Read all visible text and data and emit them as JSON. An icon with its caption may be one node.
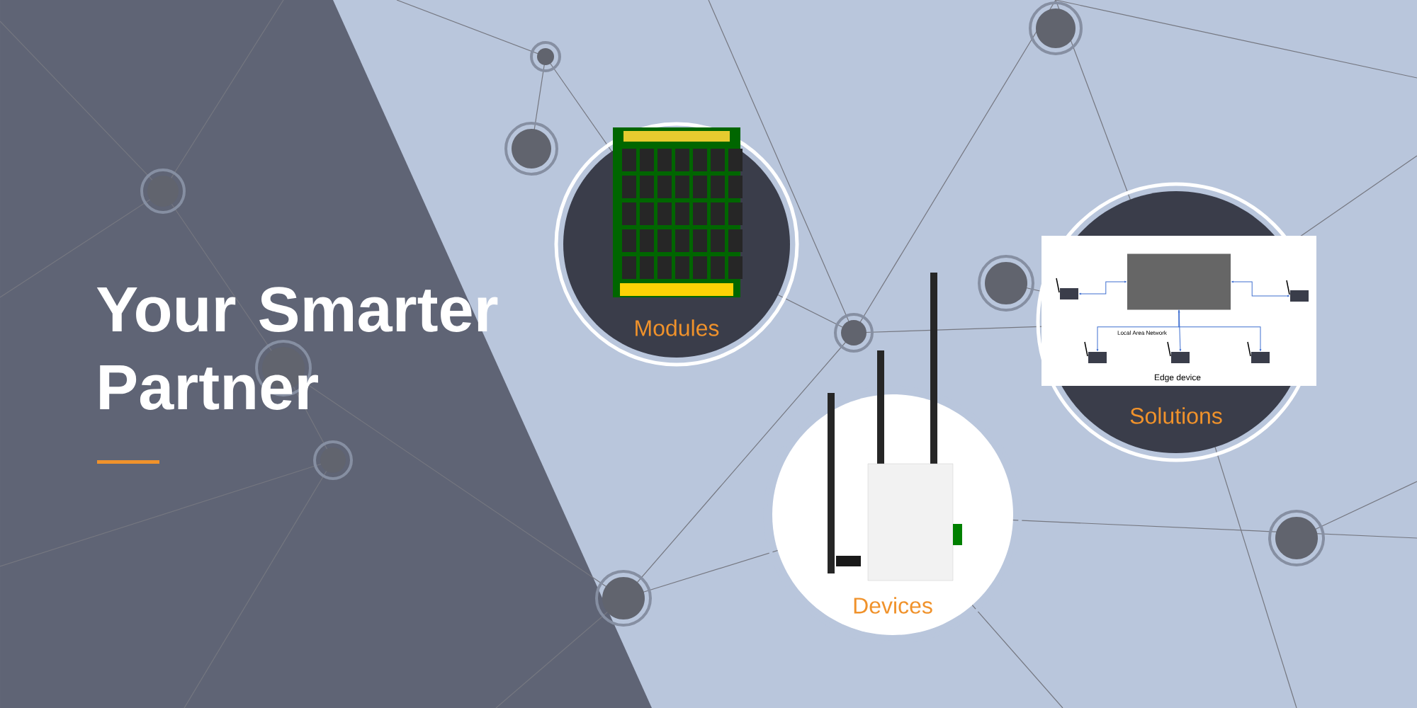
{
  "diagram": {
    "title": "Your Smarter Partner",
    "nodes": [
      {
        "text": [
          "Modules"
        ]
      },
      {
        "text": [
          "Devices"
        ]
      },
      {
        "text": [
          "Solutions"
        ]
      },
      {
        "text": [],
        "shape": "box",
        "in": 2
      },
      {
        "text": [],
        "shape": "box",
        "in": 3
      },
      {
        "text": [],
        "shape": "picture",
        "in": 3
      },
      {
        "text": [],
        "shape": "picture",
        "in": 3
      },
      {
        "text": [],
        "shape": "picture",
        "in": 3
      },
      {
        "text": [],
        "shape": "picture",
        "in": 3
      },
      {
        "text": [],
        "shape": "picture",
        "in": 3
      }
    ],
    "edges": [
      {
        "from": 4,
        "to": 5,
        "arrow": "both"
      },
      {
        "from": 4,
        "to": 6,
        "arrow": "both"
      },
      {
        "from": 4,
        "to": 7,
        "arrow": "to"
      },
      {
        "from": 4,
        "to": 8,
        "arrow": "both"
      },
      {
        "from": 4,
        "to": 9,
        "arrow": "to"
      }
    ],
    "labels": [
      "Local Area Network",
      "Edge device"
    ]
  }
}
